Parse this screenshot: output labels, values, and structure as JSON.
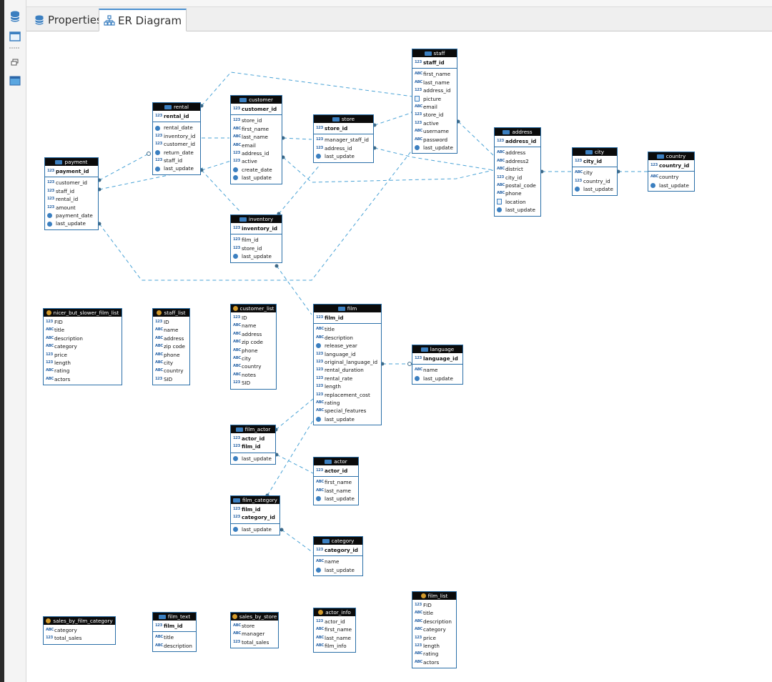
{
  "tabs": [
    {
      "label": "Properties",
      "icon": "database-icon"
    },
    {
      "label": "ER Diagram",
      "icon": "er-diagram-icon"
    }
  ],
  "toolbar_icons": [
    "database-icon",
    "window-icon",
    "restore-icon",
    "panel-icon"
  ],
  "colors": {
    "accent": "#4a8fd0",
    "entity_border": "#2a6fa8",
    "header_bg": "#0b0b0b",
    "link": "#4aa3d6"
  },
  "entities": {
    "payment": {
      "name": "payment",
      "keys": [
        {
          "t": "123",
          "n": "payment_id"
        }
      ],
      "cols": [
        {
          "t": "123",
          "n": "customer_id"
        },
        {
          "t": "123",
          "n": "staff_id"
        },
        {
          "t": "123",
          "n": "rental_id"
        },
        {
          "t": "123",
          "n": "amount"
        },
        {
          "t": "clock",
          "n": "payment_date"
        },
        {
          "t": "clock",
          "n": "last_update"
        }
      ]
    },
    "rental": {
      "name": "rental",
      "keys": [
        {
          "t": "123",
          "n": "rental_id"
        }
      ],
      "cols": [
        {
          "t": "clock",
          "n": "rental_date"
        },
        {
          "t": "123",
          "n": "inventory_id"
        },
        {
          "t": "123",
          "n": "customer_id"
        },
        {
          "t": "clock",
          "n": "return_date"
        },
        {
          "t": "123",
          "n": "staff_id"
        },
        {
          "t": "clock",
          "n": "last_update"
        }
      ]
    },
    "customer": {
      "name": "customer",
      "keys": [
        {
          "t": "123",
          "n": "customer_id"
        }
      ],
      "cols": [
        {
          "t": "123",
          "n": "store_id"
        },
        {
          "t": "ABC",
          "n": "first_name"
        },
        {
          "t": "ABC",
          "n": "last_name"
        },
        {
          "t": "ABC",
          "n": "email"
        },
        {
          "t": "123",
          "n": "address_id"
        },
        {
          "t": "123",
          "n": "active"
        },
        {
          "t": "clock",
          "n": "create_date"
        },
        {
          "t": "clock",
          "n": "last_update"
        }
      ]
    },
    "store": {
      "name": "store",
      "keys": [
        {
          "t": "123",
          "n": "store_id"
        }
      ],
      "cols": [
        {
          "t": "123",
          "n": "manager_staff_id"
        },
        {
          "t": "123",
          "n": "address_id"
        },
        {
          "t": "clock",
          "n": "last_update"
        }
      ]
    },
    "staff": {
      "name": "staff",
      "keys": [
        {
          "t": "123",
          "n": "staff_id"
        }
      ],
      "cols": [
        {
          "t": "ABC",
          "n": "first_name"
        },
        {
          "t": "ABC",
          "n": "last_name"
        },
        {
          "t": "123",
          "n": "address_id"
        },
        {
          "t": "doc",
          "n": "picture"
        },
        {
          "t": "ABC",
          "n": "email"
        },
        {
          "t": "123",
          "n": "store_id"
        },
        {
          "t": "123",
          "n": "active"
        },
        {
          "t": "ABC",
          "n": "username"
        },
        {
          "t": "ABC",
          "n": "password"
        },
        {
          "t": "clock",
          "n": "last_update"
        }
      ]
    },
    "address": {
      "name": "address",
      "keys": [
        {
          "t": "123",
          "n": "address_id"
        }
      ],
      "cols": [
        {
          "t": "ABC",
          "n": "address"
        },
        {
          "t": "ABC",
          "n": "address2"
        },
        {
          "t": "ABC",
          "n": "district"
        },
        {
          "t": "123",
          "n": "city_id"
        },
        {
          "t": "ABC",
          "n": "postal_code"
        },
        {
          "t": "ABC",
          "n": "phone"
        },
        {
          "t": "doc",
          "n": "location"
        },
        {
          "t": "clock",
          "n": "last_update"
        }
      ]
    },
    "city": {
      "name": "city",
      "keys": [
        {
          "t": "123",
          "n": "city_id"
        }
      ],
      "cols": [
        {
          "t": "ABC",
          "n": "city"
        },
        {
          "t": "123",
          "n": "country_id"
        },
        {
          "t": "clock",
          "n": "last_update"
        }
      ]
    },
    "country": {
      "name": "country",
      "keys": [
        {
          "t": "123",
          "n": "country_id"
        }
      ],
      "cols": [
        {
          "t": "ABC",
          "n": "country"
        },
        {
          "t": "clock",
          "n": "last_update"
        }
      ]
    },
    "inventory": {
      "name": "inventory",
      "keys": [
        {
          "t": "123",
          "n": "inventory_id"
        }
      ],
      "cols": [
        {
          "t": "123",
          "n": "film_id"
        },
        {
          "t": "123",
          "n": "store_id"
        },
        {
          "t": "clock",
          "n": "last_update"
        }
      ]
    },
    "film": {
      "name": "film",
      "keys": [
        {
          "t": "123",
          "n": "film_id"
        }
      ],
      "cols": [
        {
          "t": "ABC",
          "n": "title"
        },
        {
          "t": "ABC",
          "n": "description"
        },
        {
          "t": "clock",
          "n": "release_year"
        },
        {
          "t": "123",
          "n": "language_id"
        },
        {
          "t": "123",
          "n": "original_language_id"
        },
        {
          "t": "123",
          "n": "rental_duration"
        },
        {
          "t": "123",
          "n": "rental_rate"
        },
        {
          "t": "123",
          "n": "length"
        },
        {
          "t": "123",
          "n": "replacement_cost"
        },
        {
          "t": "ABC",
          "n": "rating"
        },
        {
          "t": "ABC",
          "n": "special_features"
        },
        {
          "t": "clock",
          "n": "last_update"
        }
      ]
    },
    "language": {
      "name": "language",
      "keys": [
        {
          "t": "123",
          "n": "language_id"
        }
      ],
      "cols": [
        {
          "t": "ABC",
          "n": "name"
        },
        {
          "t": "clock",
          "n": "last_update"
        }
      ]
    },
    "film_actor": {
      "name": "film_actor",
      "keys": [
        {
          "t": "123",
          "n": "actor_id"
        },
        {
          "t": "123",
          "n": "film_id"
        }
      ],
      "cols": [
        {
          "t": "clock",
          "n": "last_update"
        }
      ]
    },
    "actor": {
      "name": "actor",
      "keys": [
        {
          "t": "123",
          "n": "actor_id"
        }
      ],
      "cols": [
        {
          "t": "ABC",
          "n": "first_name"
        },
        {
          "t": "ABC",
          "n": "last_name"
        },
        {
          "t": "clock",
          "n": "last_update"
        }
      ]
    },
    "film_category": {
      "name": "film_category",
      "keys": [
        {
          "t": "123",
          "n": "film_id"
        },
        {
          "t": "123",
          "n": "category_id"
        }
      ],
      "cols": [
        {
          "t": "clock",
          "n": "last_update"
        }
      ]
    },
    "category": {
      "name": "category",
      "keys": [
        {
          "t": "123",
          "n": "category_id"
        }
      ],
      "cols": [
        {
          "t": "ABC",
          "n": "name"
        },
        {
          "t": "clock",
          "n": "last_update"
        }
      ]
    },
    "nicer_but_slower_film_list": {
      "name": "nicer_but_slower_film_list",
      "view": true,
      "cols": [
        {
          "t": "123",
          "n": "FID"
        },
        {
          "t": "ABC",
          "n": "title"
        },
        {
          "t": "ABC",
          "n": "description"
        },
        {
          "t": "ABC",
          "n": "category"
        },
        {
          "t": "123",
          "n": "price"
        },
        {
          "t": "123",
          "n": "length"
        },
        {
          "t": "ABC",
          "n": "rating"
        },
        {
          "t": "ABC",
          "n": "actors"
        }
      ]
    },
    "staff_list": {
      "name": "staff_list",
      "view": true,
      "cols": [
        {
          "t": "123",
          "n": "ID"
        },
        {
          "t": "ABC",
          "n": "name"
        },
        {
          "t": "ABC",
          "n": "address"
        },
        {
          "t": "ABC",
          "n": "zip code"
        },
        {
          "t": "ABC",
          "n": "phone"
        },
        {
          "t": "ABC",
          "n": "city"
        },
        {
          "t": "ABC",
          "n": "country"
        },
        {
          "t": "123",
          "n": "SID"
        }
      ]
    },
    "customer_list": {
      "name": "customer_list",
      "view": true,
      "cols": [
        {
          "t": "123",
          "n": "ID"
        },
        {
          "t": "ABC",
          "n": "name"
        },
        {
          "t": "ABC",
          "n": "address"
        },
        {
          "t": "ABC",
          "n": "zip code"
        },
        {
          "t": "ABC",
          "n": "phone"
        },
        {
          "t": "ABC",
          "n": "city"
        },
        {
          "t": "ABC",
          "n": "country"
        },
        {
          "t": "ABC",
          "n": "notes"
        },
        {
          "t": "123",
          "n": "SID"
        }
      ]
    },
    "sales_by_film_category": {
      "name": "sales_by_film_category",
      "view": true,
      "cols": [
        {
          "t": "ABC",
          "n": "category"
        },
        {
          "t": "123",
          "n": "total_sales"
        }
      ]
    },
    "film_text": {
      "name": "film_text",
      "keys": [
        {
          "t": "123",
          "n": "film_id"
        }
      ],
      "cols": [
        {
          "t": "ABC",
          "n": "title"
        },
        {
          "t": "ABC",
          "n": "description"
        }
      ]
    },
    "sales_by_store": {
      "name": "sales_by_store",
      "view": true,
      "cols": [
        {
          "t": "ABC",
          "n": "store"
        },
        {
          "t": "ABC",
          "n": "manager"
        },
        {
          "t": "123",
          "n": "total_sales"
        }
      ]
    },
    "actor_info": {
      "name": "actor_info",
      "view": true,
      "cols": [
        {
          "t": "123",
          "n": "actor_id"
        },
        {
          "t": "ABC",
          "n": "first_name"
        },
        {
          "t": "ABC",
          "n": "last_name"
        },
        {
          "t": "ABC",
          "n": "film_info"
        }
      ]
    },
    "film_list": {
      "name": "film_list",
      "view": true,
      "cols": [
        {
          "t": "123",
          "n": "FID"
        },
        {
          "t": "ABC",
          "n": "title"
        },
        {
          "t": "ABC",
          "n": "description"
        },
        {
          "t": "ABC",
          "n": "category"
        },
        {
          "t": "123",
          "n": "price"
        },
        {
          "t": "123",
          "n": "length"
        },
        {
          "t": "ABC",
          "n": "rating"
        },
        {
          "t": "ABC",
          "n": "actors"
        }
      ]
    }
  }
}
